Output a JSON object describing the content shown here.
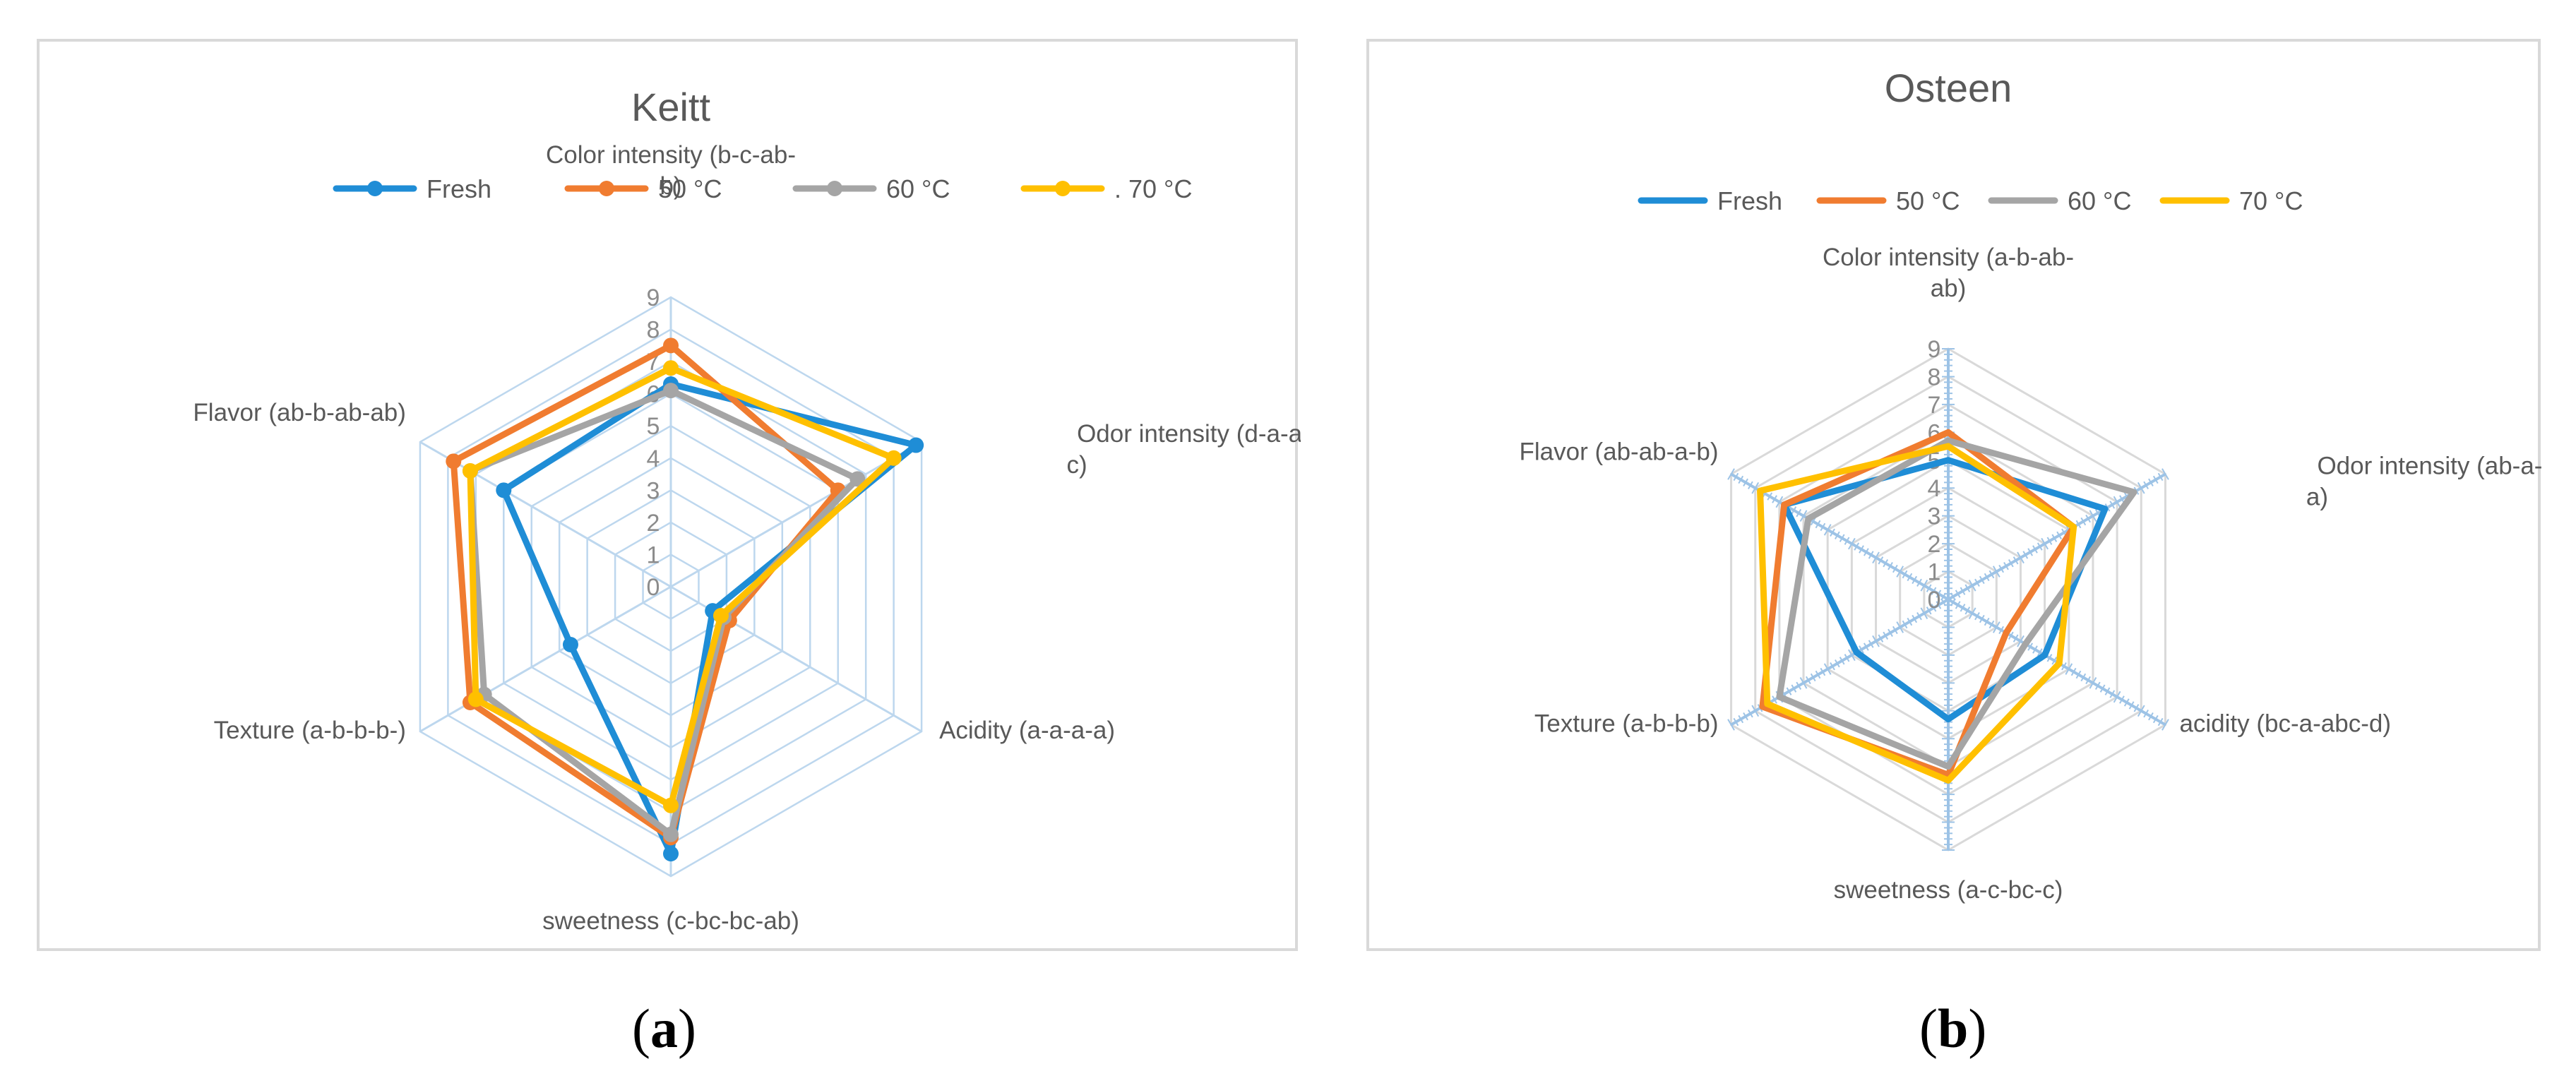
{
  "chart_data": [
    {
      "type": "radar",
      "title": "Keitt",
      "panel_label": "a",
      "range": [
        0,
        9
      ],
      "ticks": [
        0,
        1,
        2,
        3,
        4,
        5,
        6,
        7,
        8,
        9
      ],
      "axes": [
        [
          "Color intensity (b-c-ab-",
          "b)"
        ],
        [
          "Odor intensity (d-a-ab-",
          "c)"
        ],
        [
          "Acidity (a-a-a-a)"
        ],
        [
          "sweetness (c-bc-bc-ab)"
        ],
        [
          "Texture (a-b-b-b-)"
        ],
        [
          "Flavor (ab-b-ab-ab)"
        ]
      ],
      "series": [
        {
          "name": "Fresh",
          "color": "#1f8dd6",
          "marker": true,
          "values": [
            6.3,
            8.8,
            1.5,
            8.3,
            3.6,
            6.0
          ]
        },
        {
          "name": "50 °C",
          "color": "#f07c30",
          "marker": true,
          "values": [
            7.5,
            6.0,
            2.1,
            7.8,
            7.2,
            7.8
          ]
        },
        {
          "name": "60 °C",
          "color": "#a5a5a5",
          "marker": true,
          "values": [
            6.1,
            6.7,
            1.9,
            7.7,
            6.7,
            7.2
          ]
        },
        {
          "name": ". 70 °C",
          "color": "#ffc000",
          "marker": true,
          "values": [
            6.8,
            8.0,
            1.8,
            6.8,
            7.0,
            7.2
          ]
        }
      ]
    },
    {
      "type": "radar",
      "title": "Osteen",
      "panel_label": "b",
      "range": [
        0,
        9
      ],
      "ticks": [
        0,
        1,
        2,
        3,
        4,
        5,
        6,
        7,
        8,
        9
      ],
      "axes": [
        [
          "Color intensity (a-b-ab-",
          "ab)"
        ],
        [
          "Odor intensity (ab-a-b-",
          "a)"
        ],
        [
          "acidity (bc-a-abc-d)"
        ],
        [
          "sweetness (a-c-bc-c)"
        ],
        [
          "Texture (a-b-b-b)"
        ],
        [
          "Flavor (ab-ab-a-b)"
        ]
      ],
      "series": [
        {
          "name": "Fresh",
          "color": "#1f8dd6",
          "marker": false,
          "values": [
            5.0,
            6.5,
            4.0,
            4.3,
            3.8,
            6.8
          ]
        },
        {
          "name": "50 °C",
          "color": "#f07c30",
          "marker": false,
          "values": [
            6.0,
            5.2,
            2.4,
            6.3,
            7.7,
            6.8
          ]
        },
        {
          "name": "60 °C",
          "color": "#a5a5a5",
          "marker": false,
          "values": [
            5.7,
            7.7,
            3.2,
            6.0,
            7.0,
            5.8
          ]
        },
        {
          "name": "70 °C",
          "color": "#ffc000",
          "marker": false,
          "values": [
            5.5,
            5.2,
            4.6,
            6.5,
            7.5,
            7.8
          ]
        }
      ]
    }
  ]
}
